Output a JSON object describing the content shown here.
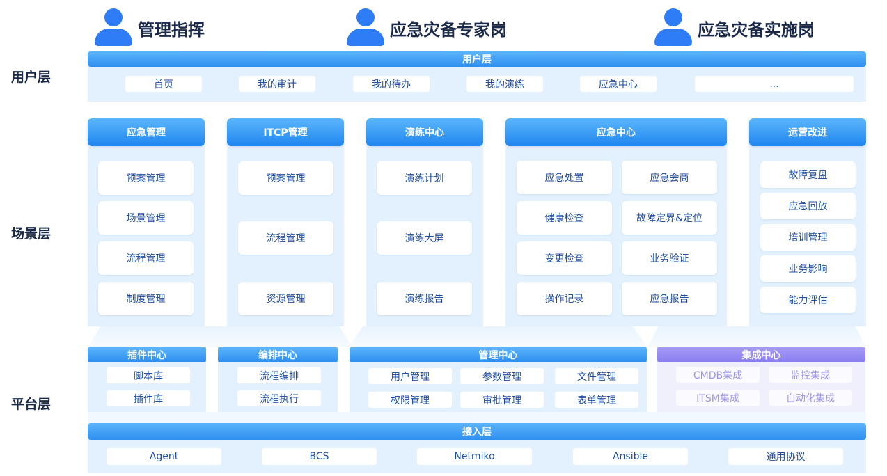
{
  "roles": [
    "管理指挥",
    "应急灾备专家岗",
    "应急灾备实施岗"
  ],
  "layers": {
    "user": "用户层",
    "scene": "场景层",
    "platform": "平台层"
  },
  "user_layer": {
    "title": "用户层",
    "items": [
      "首页",
      "我的审计",
      "我的待办",
      "我的演练",
      "应急中心",
      "..."
    ]
  },
  "scene": {
    "emergency_mgmt": {
      "title": "应急管理",
      "items": [
        "预案管理",
        "场景管理",
        "流程管理",
        "制度管理"
      ]
    },
    "itcp": {
      "title": "ITCP管理",
      "items": [
        "预案管理",
        "流程管理",
        "资源管理"
      ]
    },
    "drill": {
      "title": "演练中心",
      "items": [
        "演练计划",
        "演练大屏",
        "演练报告"
      ]
    },
    "emergency_center": {
      "title": "应急中心",
      "items": [
        "应急处置",
        "应急会商",
        "健康检查",
        "故障定界&定位",
        "变更检查",
        "业务验证",
        "操作记录",
        "应急报告"
      ]
    },
    "ops": {
      "title": "运营改进",
      "items": [
        "故障复盘",
        "应急回放",
        "培训管理",
        "业务影响",
        "能力评估"
      ]
    }
  },
  "platform": {
    "plugin": {
      "title": "插件中心",
      "items": [
        "脚本库",
        "插件库"
      ]
    },
    "orchestration": {
      "title": "编排中心",
      "items": [
        "流程编排",
        "流程执行"
      ]
    },
    "management": {
      "title": "管理中心",
      "items": [
        "用户管理",
        "参数管理",
        "文件管理",
        "权限管理",
        "审批管理",
        "表单管理"
      ]
    },
    "integration": {
      "title": "集成中心",
      "items": [
        "CMDB集成",
        "监控集成",
        "ITSM集成",
        "自动化集成"
      ]
    }
  },
  "access": {
    "title": "接入层",
    "items": [
      "Agent",
      "BCS",
      "Netmiko",
      "Ansible",
      "通用协议"
    ]
  }
}
